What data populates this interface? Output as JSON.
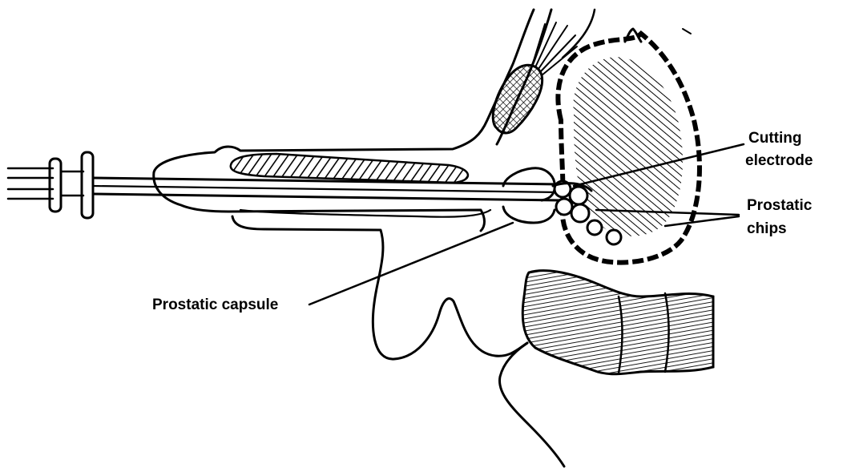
{
  "labels": {
    "cutting_electrode_line1": "Cutting",
    "cutting_electrode_line2": "electrode",
    "prostatic_chips_line1": "Prostatic",
    "prostatic_chips_line2": "chips",
    "prostatic_capsule": "Prostatic capsule"
  },
  "colors": {
    "ink": "#000000",
    "background": "#ffffff"
  }
}
